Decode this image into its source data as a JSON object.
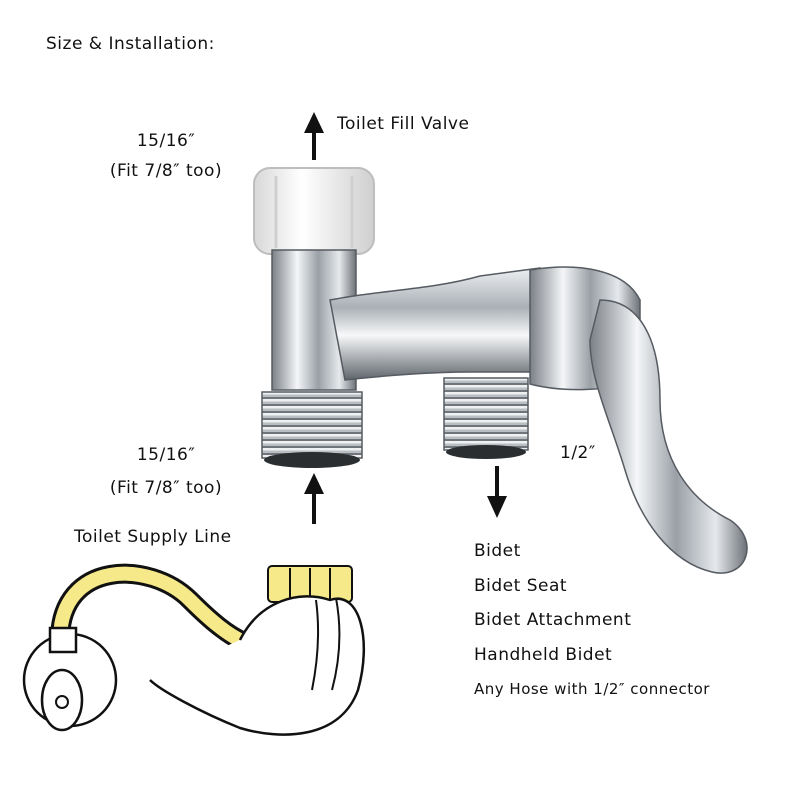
{
  "heading": "Size & Installation:",
  "top_port": {
    "size": "15/16″",
    "fit_note": "(Fit 7/8″ too)",
    "connects_to": "Toilet Fill Valve"
  },
  "bottom_port": {
    "size": "15/16″",
    "fit_note": "(Fit 7/8″ too)",
    "connects_to": "Toilet Supply Line"
  },
  "side_port": {
    "size": "1/2″",
    "compatible": [
      "Bidet",
      "Bidet Seat",
      "Bidet Attachment",
      "Handheld Bidet",
      "Any Hose with 1/2″ connector"
    ]
  },
  "colors": {
    "chrome": "#c9ccd1",
    "chrome_dark": "#6d7278",
    "nut": "#f2f2f2",
    "hose": "#f6e98a",
    "hose_outline": "#111111",
    "arrow": "#111111"
  }
}
